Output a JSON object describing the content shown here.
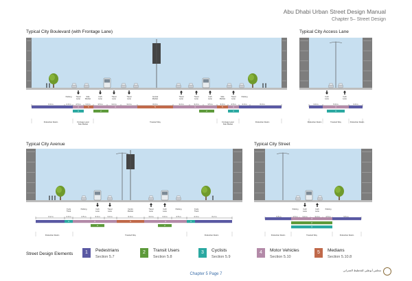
{
  "header": {
    "title": "Abu Dhabi Urban Street Design Manual",
    "subtitle": "Chapter 5– Street Design"
  },
  "colors": {
    "pedestrians": "#5a59a3",
    "transit": "#5d9a3a",
    "cyclists": "#2aa8a1",
    "motor": "#b38aa8",
    "medians": "#c0694a"
  },
  "sections": [
    {
      "id": "boulevard",
      "title": "Typical City Boulevard (with Frontage Lane)",
      "dims": [
        "6.0 m",
        "2.0 m",
        "2.5 m",
        "3.0 m",
        "3.5 m",
        "3.3 m",
        "3.3 m",
        "6.0 m",
        "3.3 m",
        "3.3 m",
        "3.5 m",
        "3.0 m",
        "2.5 m",
        "2.0 m",
        "6.0 m"
      ],
      "labels": [
        "Parking",
        "Travel Lane",
        "Side Median",
        "Curb Lane",
        "Travel Lane",
        "Travel Lane",
        "Central Median",
        "Travel Lane",
        "Travel Lane",
        "Curb Lane",
        "Side Median",
        "Travel Lane",
        "Parking"
      ],
      "zones": [
        "Pedestrian Realm",
        "Frontage Lane/ Side Median",
        "Traveled Way",
        "Frontage Lane/ Side Median",
        "Pedestrian Realm"
      ]
    },
    {
      "id": "access",
      "title": "Typical City Access Lane",
      "dims": [
        "3.0 m",
        "5.0 m",
        "3.0 m"
      ],
      "labels": [
        "Curb Lane",
        "Curb Lane"
      ],
      "zones": [
        "Pedestrian Realm",
        "Traveled Way",
        "Pedestrian Realm"
      ]
    },
    {
      "id": "avenue",
      "title": "Typical City Avenue",
      "dims": [
        "2.0 m",
        "2.0 m",
        "6.2 m",
        "2.5 m",
        "3.0 m",
        "3.3 m",
        "6.0 m",
        "3.3 m",
        "3.0 m",
        "2.5 m",
        "6.2 m"
      ],
      "labels": [
        "Cycle Track",
        "Cycle Track",
        "Parking",
        "Curb Lane",
        "Travel Lane",
        "Centre Median",
        "Travel Lane",
        "Curb Lane",
        "Parking"
      ],
      "zones": [
        "Pedestrian Realm",
        "Traveled Way",
        "Pedestrian Realm"
      ]
    },
    {
      "id": "street",
      "title": "Typical City Street",
      "dims": [
        "5.5 m",
        "2.5 m",
        "3.3 m",
        "3.3 m",
        "2.5 m",
        "5.5 m"
      ],
      "labels": [
        "Parking",
        "Curb Lane",
        "Curb Lane",
        "Parking"
      ],
      "zones": [
        "Pedestrian Realm",
        "Traveled Way",
        "Pedestrian Realm"
      ]
    }
  ],
  "legend": {
    "title": "Street Design Elements",
    "items": [
      {
        "num": "1",
        "label": "Pedestrians",
        "ref": "Section 5.7"
      },
      {
        "num": "2",
        "label": "Transit Users",
        "ref": "Section 5.8"
      },
      {
        "num": "3",
        "label": "Cyclists",
        "ref": "Section 5.9"
      },
      {
        "num": "4",
        "label": "Motor Vehicles",
        "ref": "Section 5.10"
      },
      {
        "num": "5",
        "label": "Medians",
        "ref": "Section 5.10.8"
      }
    ]
  },
  "footer": {
    "page": "Chapter 5 Page 7"
  },
  "logo": {
    "text": "مجلس أبوظبي للتخطيط العمراني"
  }
}
